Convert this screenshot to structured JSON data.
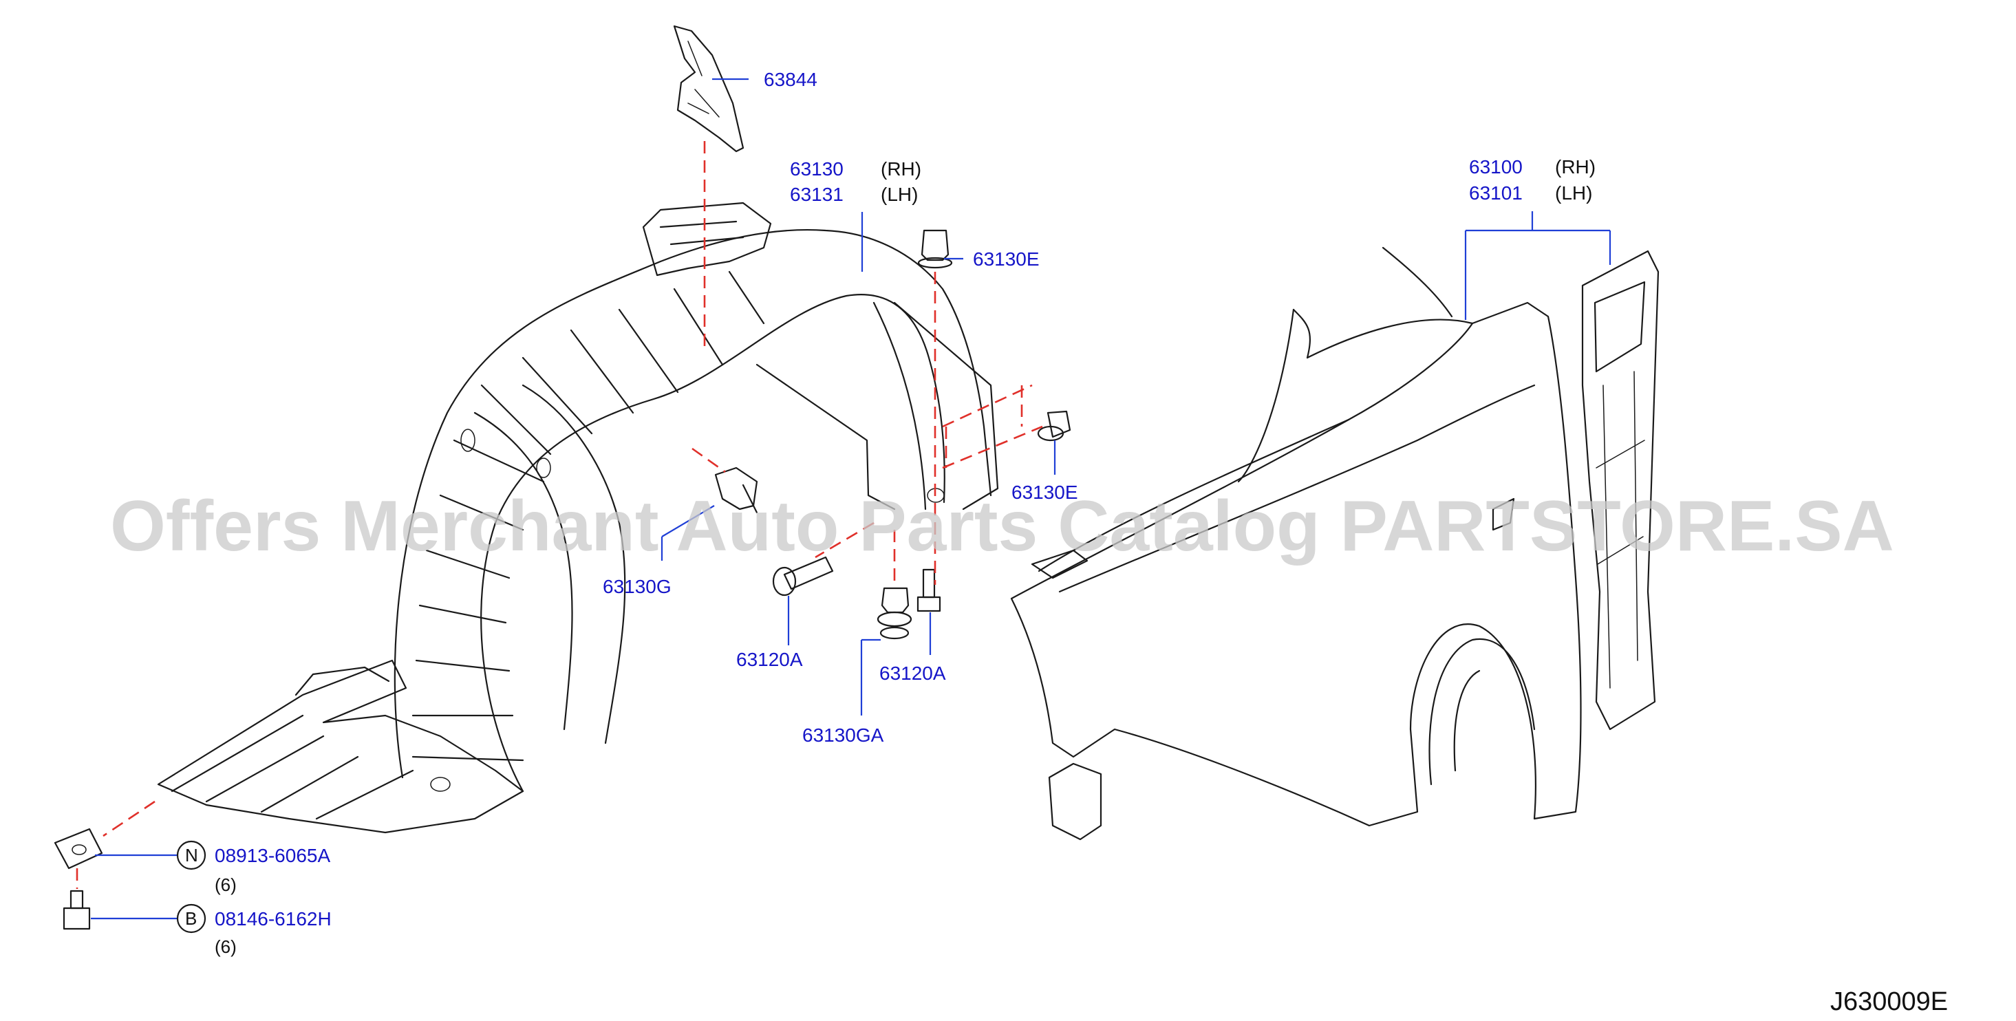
{
  "watermark": "Offers Merchant Auto Parts Catalog PARTSTORE.SA",
  "diagram_ref": "J630009E",
  "labels": {
    "p63844": "63844",
    "p63130": "63130",
    "p63131": "63131",
    "rh": "(RH)",
    "lh": "(LH)",
    "p63130E_top": "63130E",
    "p63130E_mid": "63130E",
    "p63130G": "63130G",
    "p63120A_left": "63120A",
    "p63120A_right": "63120A",
    "p63130GA": "63130GA",
    "p63100": "63100",
    "p63101": "63101",
    "rh2": "(RH)",
    "lh2": "(LH)",
    "n_part": "08913-6065A",
    "n_qty": "(6)",
    "n_badge": "N",
    "b_part": "08146-6162H",
    "b_qty": "(6)",
    "b_badge": "B"
  }
}
